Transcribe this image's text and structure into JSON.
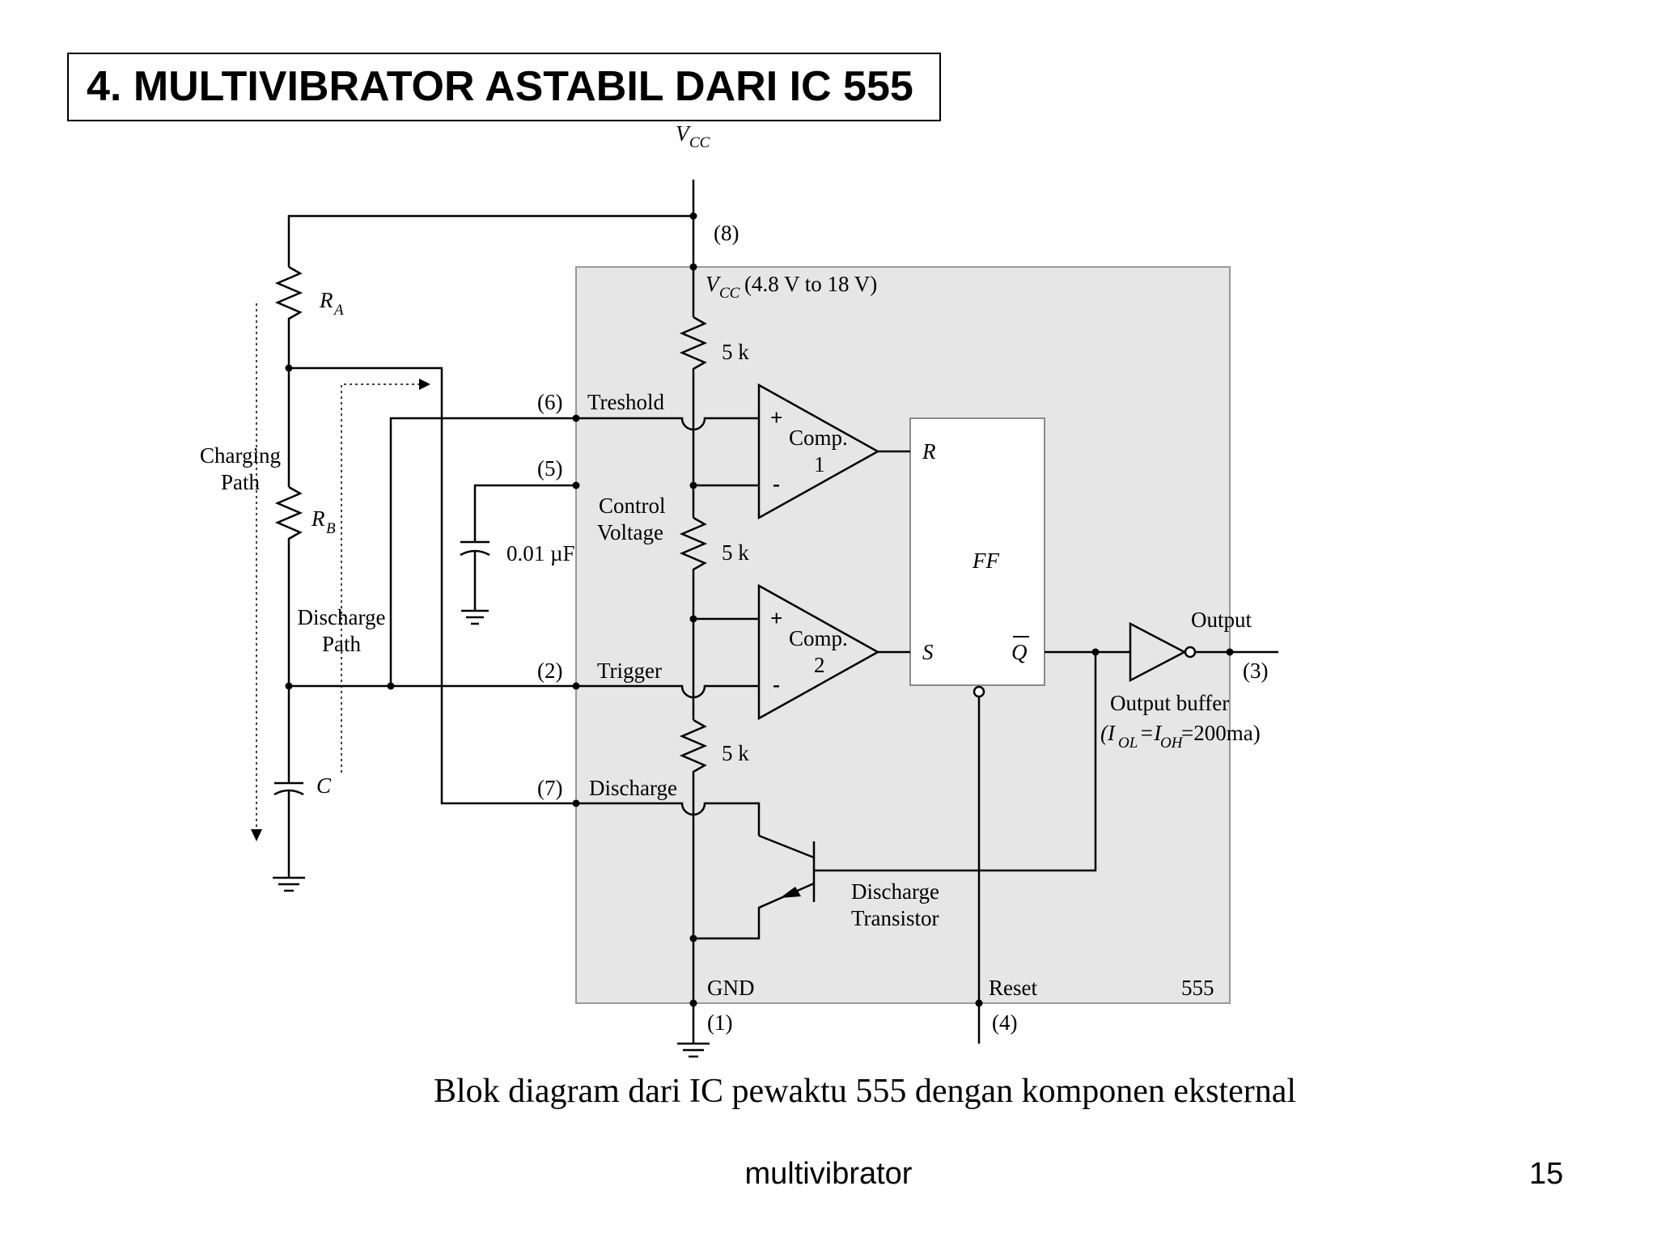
{
  "title": "4. MULTIVIBRATOR ASTABIL DARI IC 555",
  "diagram": {
    "vcc_top": "V",
    "vcc_top_sub": "CC",
    "pin8": "(8)",
    "vcc_inner": "V",
    "vcc_inner_sub": "CC",
    "vcc_range": "(4.8 V to 18 V)",
    "ra": "R",
    "ra_sub": "A",
    "rb": "R",
    "rb_sub": "B",
    "c": "C",
    "charging_path_1": "Charging",
    "charging_path_2": "Path",
    "discharge_path_1": "Discharge",
    "discharge_path_2": "Path",
    "pin6": "(6)",
    "treshold": "Treshold",
    "pin5": "(5)",
    "control_1": "Control",
    "control_2": "Voltage",
    "cap_value": "0.01 µF",
    "pin2": "(2)",
    "trigger": "Trigger",
    "pin7": "(7)",
    "discharge": "Discharge",
    "r1": "5 k",
    "r2": "5 k",
    "r3": "5 k",
    "comp1_a": "Comp.",
    "comp1_b": "1",
    "comp2_a": "Comp.",
    "comp2_b": "2",
    "plus": "+",
    "minus": "-",
    "ff_r": "R",
    "ff_s": "S",
    "ff": "FF",
    "ff_q": "Q",
    "output": "Output",
    "pin3": "(3)",
    "output_buffer": "Output buffer",
    "buffer_spec_open": "(I",
    "buffer_spec_ol": "OL",
    "buffer_spec_eq": "=I",
    "buffer_spec_oh": "OH",
    "buffer_spec_val": "=200ma)",
    "dis_tr_1": "Discharge",
    "dis_tr_2": "Transistor",
    "gnd": "GND",
    "pin1": "(1)",
    "reset": "Reset",
    "pin4": "(4)",
    "chip": "555"
  },
  "caption": "Blok diagram dari IC pewaktu 555  dengan komponen eksternal",
  "footer": "multivibrator",
  "page_number": "15"
}
